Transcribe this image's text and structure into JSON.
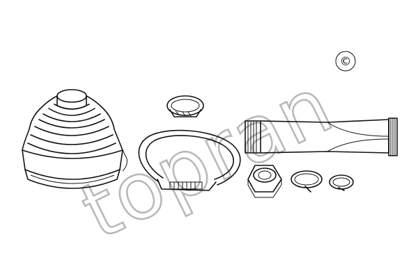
{
  "watermark": {
    "text": "topran",
    "color": "#b9b9b9"
  },
  "copyright_symbol": "©",
  "parts": [
    {
      "id": "boot",
      "icon": "cv-joint-boot-icon"
    },
    {
      "id": "small_clamp_ring",
      "icon": "small-clamp-ring-icon"
    },
    {
      "id": "large_hose_clamp",
      "icon": "large-hose-clamp-icon"
    },
    {
      "id": "grease_tube",
      "icon": "grease-tube-icon"
    },
    {
      "id": "hex_nut",
      "icon": "hex-nut-icon"
    },
    {
      "id": "circlip_large",
      "icon": "circlip-icon"
    },
    {
      "id": "circlip_small",
      "icon": "circlip-small-icon"
    }
  ],
  "colors": {
    "line": "#111111",
    "background": "#ffffff"
  }
}
